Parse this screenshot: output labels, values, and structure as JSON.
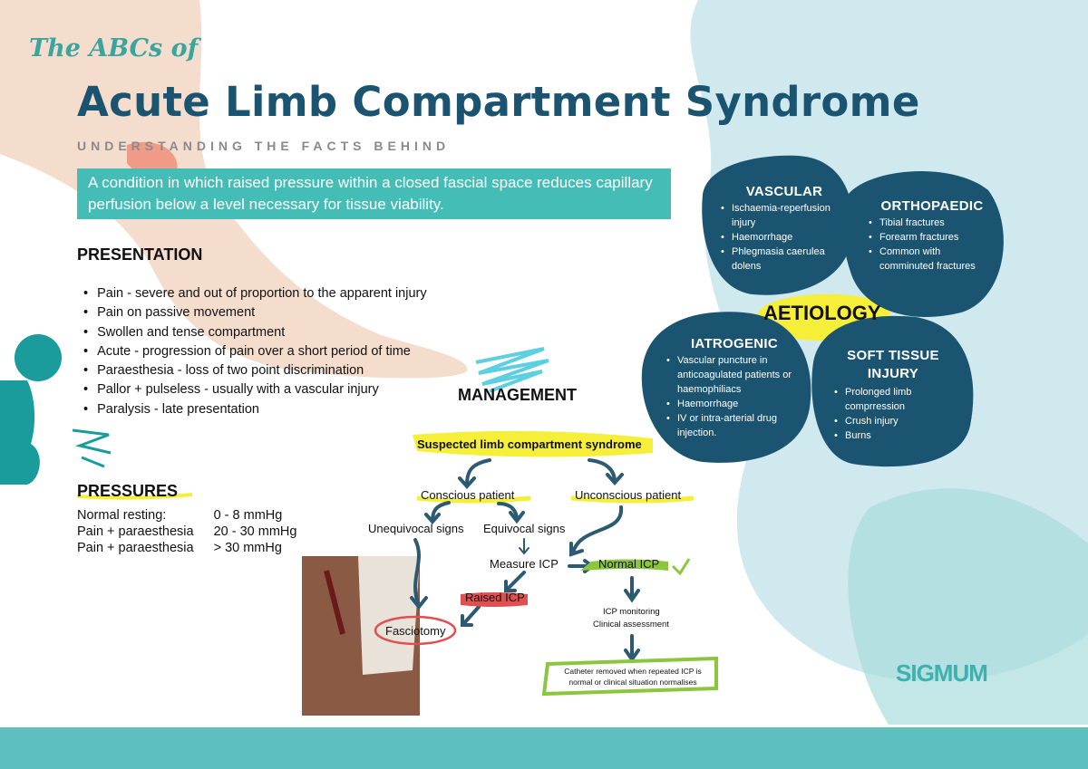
{
  "header": {
    "script_title": "The ABCs of",
    "title": "Acute Limb Compartment Syndrome",
    "subtitle": "UNDERSTANDING THE FACTS BEHIND",
    "definition": "A condition in which raised pressure within a closed fascial space reduces capillary perfusion below a level necessary for tissue viability."
  },
  "presentation": {
    "heading": "PRESENTATION",
    "items": [
      "Pain - severe and out of proportion to the apparent injury",
      "Pain on passive movement",
      "Swollen and tense compartment",
      "Acute - progression of pain over a short period of time",
      "Paraesthesia - loss of two point discrimination",
      "Pallor + pulseless - usually with a vascular injury",
      "Paralysis  - late presentation"
    ]
  },
  "pressures": {
    "heading": "PRESSURES",
    "rows": [
      {
        "label": "Normal resting:",
        "value": "0 - 8 mmHg"
      },
      {
        "label": "Pain + paraesthesia",
        "value": "20 - 30 mmHg"
      },
      {
        "label": "Pain + paraesthesia",
        "value": "> 30 mmHg"
      }
    ]
  },
  "aetiology": {
    "label": "AETIOLOGY",
    "vascular": {
      "title": "VASCULAR",
      "items": [
        "Ischaemia-reperfusion injury",
        "Haemorrhage",
        "Phlegmasia caerulea dolens"
      ]
    },
    "orthopaedic": {
      "title": "ORTHOPAEDIC",
      "items": [
        "Tibial fractures",
        "Forearm fractures",
        "Common with comminuted fractures"
      ]
    },
    "iatrogenic": {
      "title": "IATROGENIC",
      "items": [
        "Vascular puncture in anticoagulated patients or haemophiliacs",
        "Haemorrhage",
        "IV or intra-arterial drug injection."
      ]
    },
    "soft_tissue": {
      "title": "SOFT TISSUE INJURY",
      "items": [
        "Prolonged limb comprression",
        "Crush injury",
        "Burns"
      ]
    }
  },
  "management": {
    "heading": "MANAGEMENT",
    "suspected": "Suspected limb compartment syndrome",
    "conscious": "Conscious patient",
    "unconscious": "Unconscious patient",
    "unequivocal": "Unequivocal signs",
    "equivocal": "Equivocal signs",
    "measure": "Measure ICP",
    "normal": "Normal ICP",
    "raised": "Raised ICP",
    "fasciotomy": "Fasciotomy",
    "monitoring": "ICP monitoring",
    "assessment": "Clinical assessment",
    "catheter": "Catheter removed when repeated ICP is normal or clinical situation normalises"
  },
  "logo": "SIGMUM",
  "colors": {
    "dark_teal": "#1b5470",
    "teal": "#44bdb7",
    "highlight_yellow": "#f5ef3a",
    "green": "#8cc63f",
    "red": "#e05050"
  }
}
